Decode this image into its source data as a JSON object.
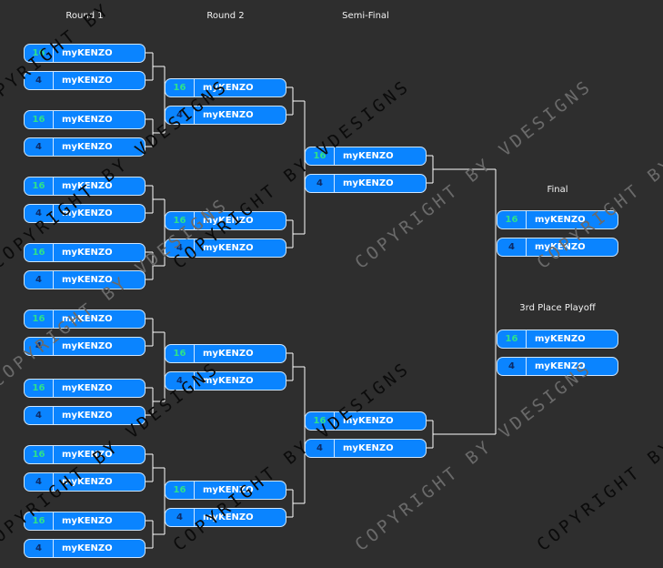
{
  "headers": {
    "round1": "Round 1",
    "round2": "Round 2",
    "semi": "Semi-Final",
    "final": "Final",
    "third": "3rd Place Playoff"
  },
  "watermark": "COPYRIGHT BY VDESIGNS",
  "team_name": "myKENZO",
  "seeds": {
    "high": "16",
    "low": "4"
  },
  "colors": {
    "background": "#2e2e2e",
    "box": "#0a84ff",
    "seed_high": "#2ee28a",
    "seed_low": "#0c2a66"
  }
}
